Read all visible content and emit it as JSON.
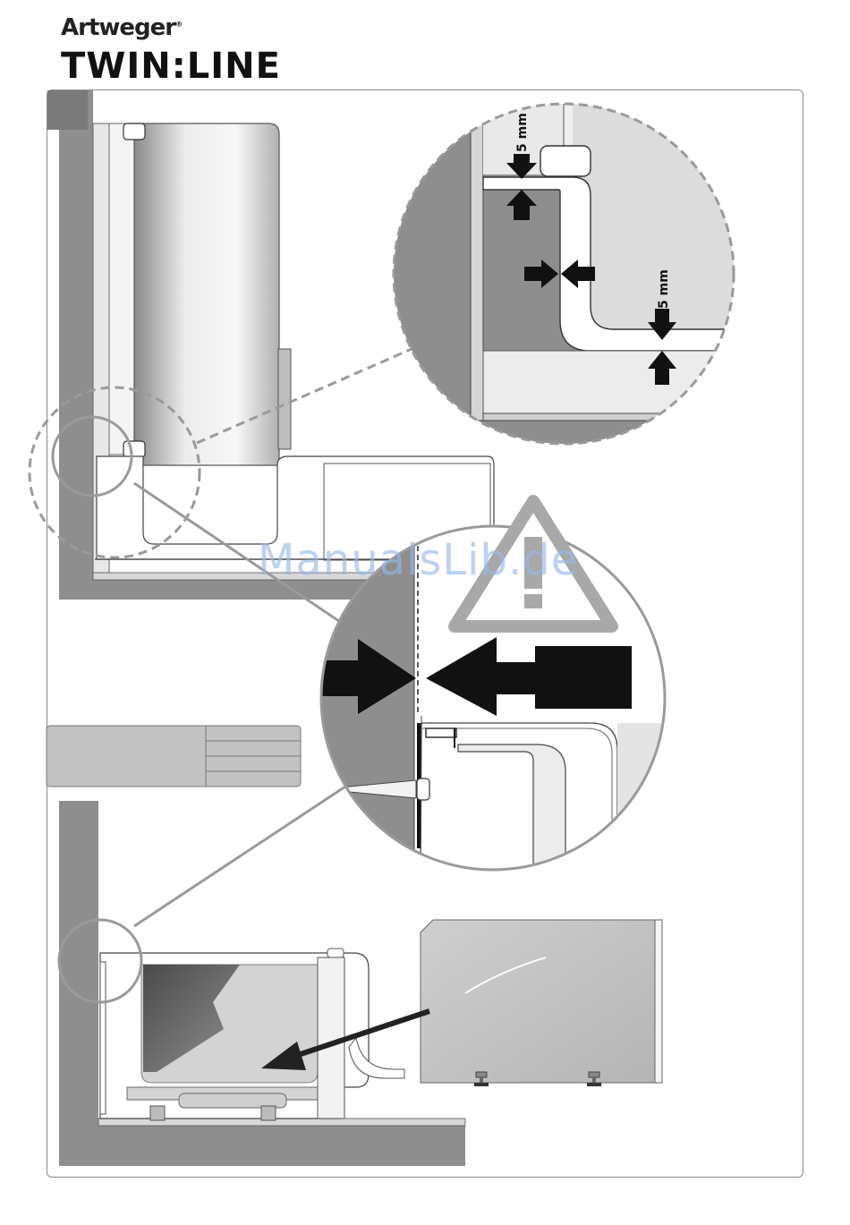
{
  "header": {
    "brand": "Artweger",
    "brand_reg": "®",
    "product": "TWIN:LINE"
  },
  "detail_top": {
    "gap_label_vertical": "5 mm",
    "gap_label_side": "5 mm"
  },
  "watermark": "ManualsLib.de",
  "warning": {
    "icon": "warning-triangle-icon",
    "symbol": "!"
  },
  "colors": {
    "wall": "#8e8e8e",
    "dark_panel": "#6f6f6f",
    "light_panel": "#c8c8c8",
    "arrow": "#111111"
  }
}
